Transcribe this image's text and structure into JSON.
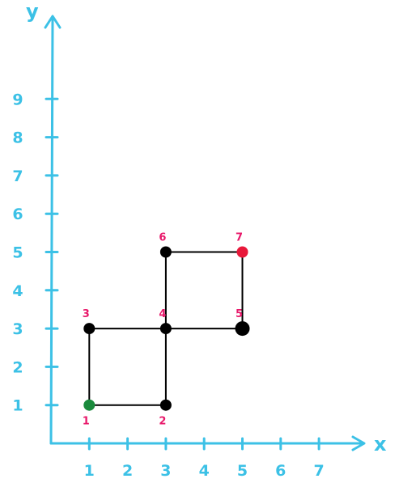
{
  "colors": {
    "axis": "#3cc1e6",
    "edge": "#000000",
    "node": "#000000",
    "node_start": "#1a8a3c",
    "node_end": "#e8183a",
    "node_label": "#e8186a"
  },
  "axes": {
    "x_label": "x",
    "y_label": "y",
    "x_ticks": [
      "1",
      "2",
      "3",
      "4",
      "5",
      "6",
      "7"
    ],
    "y_ticks": [
      "1",
      "2",
      "3",
      "4",
      "5",
      "6",
      "7",
      "8",
      "9"
    ]
  },
  "nodes": [
    {
      "id": "1",
      "x": 1,
      "y": 1,
      "role": "start"
    },
    {
      "id": "2",
      "x": 3,
      "y": 1,
      "role": "normal"
    },
    {
      "id": "3",
      "x": 1,
      "y": 3,
      "role": "normal"
    },
    {
      "id": "4",
      "x": 3,
      "y": 3,
      "role": "normal"
    },
    {
      "id": "5",
      "x": 5,
      "y": 3,
      "role": "normal"
    },
    {
      "id": "6",
      "x": 3,
      "y": 5,
      "role": "normal"
    },
    {
      "id": "7",
      "x": 5,
      "y": 5,
      "role": "end"
    }
  ],
  "edges": [
    [
      "1",
      "2"
    ],
    [
      "1",
      "3"
    ],
    [
      "2",
      "4"
    ],
    [
      "3",
      "4"
    ],
    [
      "4",
      "5"
    ],
    [
      "4",
      "6"
    ],
    [
      "6",
      "7"
    ],
    [
      "5",
      "7"
    ]
  ]
}
